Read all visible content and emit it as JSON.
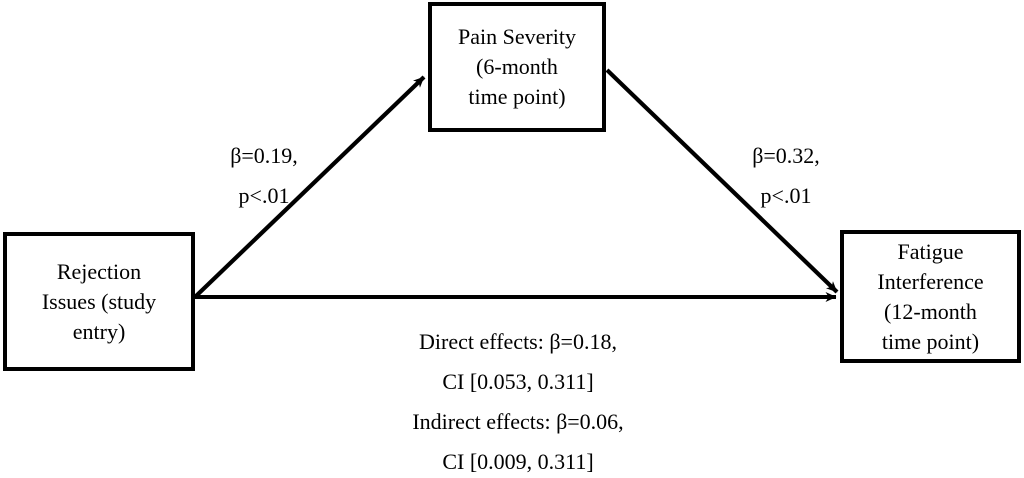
{
  "figure": {
    "type": "mediation-path-diagram",
    "background_color": "#ffffff",
    "stroke_color": "#000000"
  },
  "nodes": {
    "mediator": {
      "name": "Pain Severity (6-month time point)",
      "lines": [
        "Pain Severity",
        "(6-month",
        "time point)"
      ]
    },
    "predictor": {
      "name": "Rejection Issues (study entry)",
      "lines": [
        "Rejection",
        "Issues (study",
        "entry)"
      ]
    },
    "outcome": {
      "name": "Fatigue Interference (12-month time point)",
      "lines": [
        "Fatigue",
        "Interference",
        "(12-month",
        "time point)"
      ]
    }
  },
  "paths": {
    "a_path": {
      "from": "predictor",
      "to": "mediator",
      "lines": [
        "β=0.19,",
        "p<.01"
      ],
      "beta": "β=0.19,",
      "significance": "p<.01"
    },
    "b_path": {
      "from": "mediator",
      "to": "outcome",
      "lines": [
        "β=0.32,",
        "p<.01"
      ],
      "beta": "β=0.32,",
      "significance": "p<.01"
    },
    "c_path": {
      "from": "predictor",
      "to": "outcome"
    }
  },
  "effects": {
    "lines": [
      "Direct effects: β=0.18,",
      "CI [0.053, 0.311]",
      "Indirect effects: β=0.06,",
      "CI [0.009, 0.311]"
    ],
    "direct": {
      "label": "Direct effects: β=0.18,",
      "ci": "CI [0.053, 0.311]"
    },
    "indirect": {
      "label": "Indirect effects: β=0.06,",
      "ci": "CI [0.009, 0.311]"
    }
  }
}
